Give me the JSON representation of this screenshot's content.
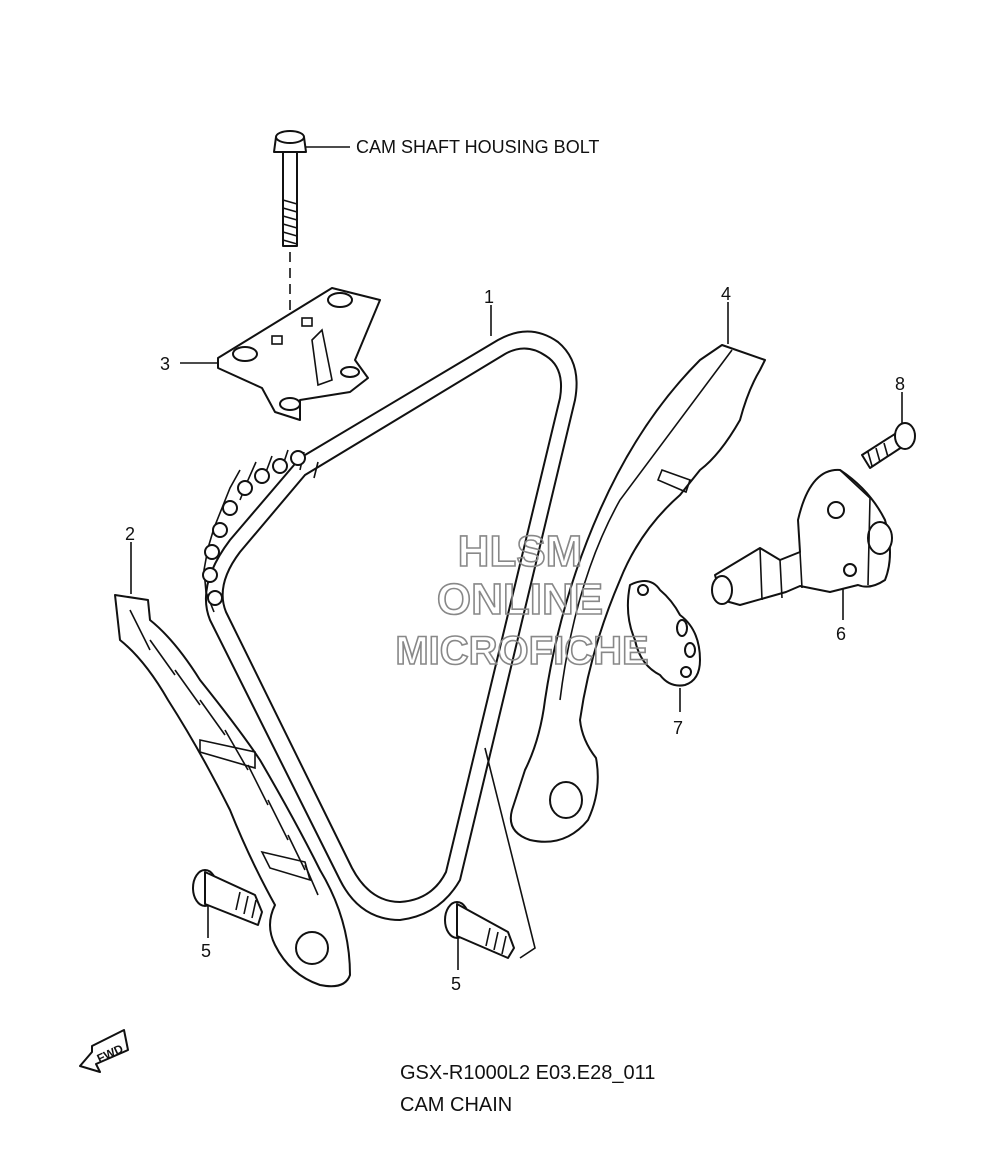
{
  "callouts": {
    "bolt_label": "CAM SHAFT HOUSING BOLT",
    "p1": "1",
    "p2": "2",
    "p3": "3",
    "p4": "4",
    "p5a": "5",
    "p5b": "5",
    "p6": "6",
    "p7": "7",
    "p8": "8"
  },
  "watermark": {
    "line1": "HLSM",
    "line2": "ONLINE",
    "line3": "MICROFICHE"
  },
  "fwd_label": "FWD",
  "footer": {
    "model_code": "GSX-R1000L2 E03.E28_011",
    "group_name": "CAM CHAIN"
  }
}
